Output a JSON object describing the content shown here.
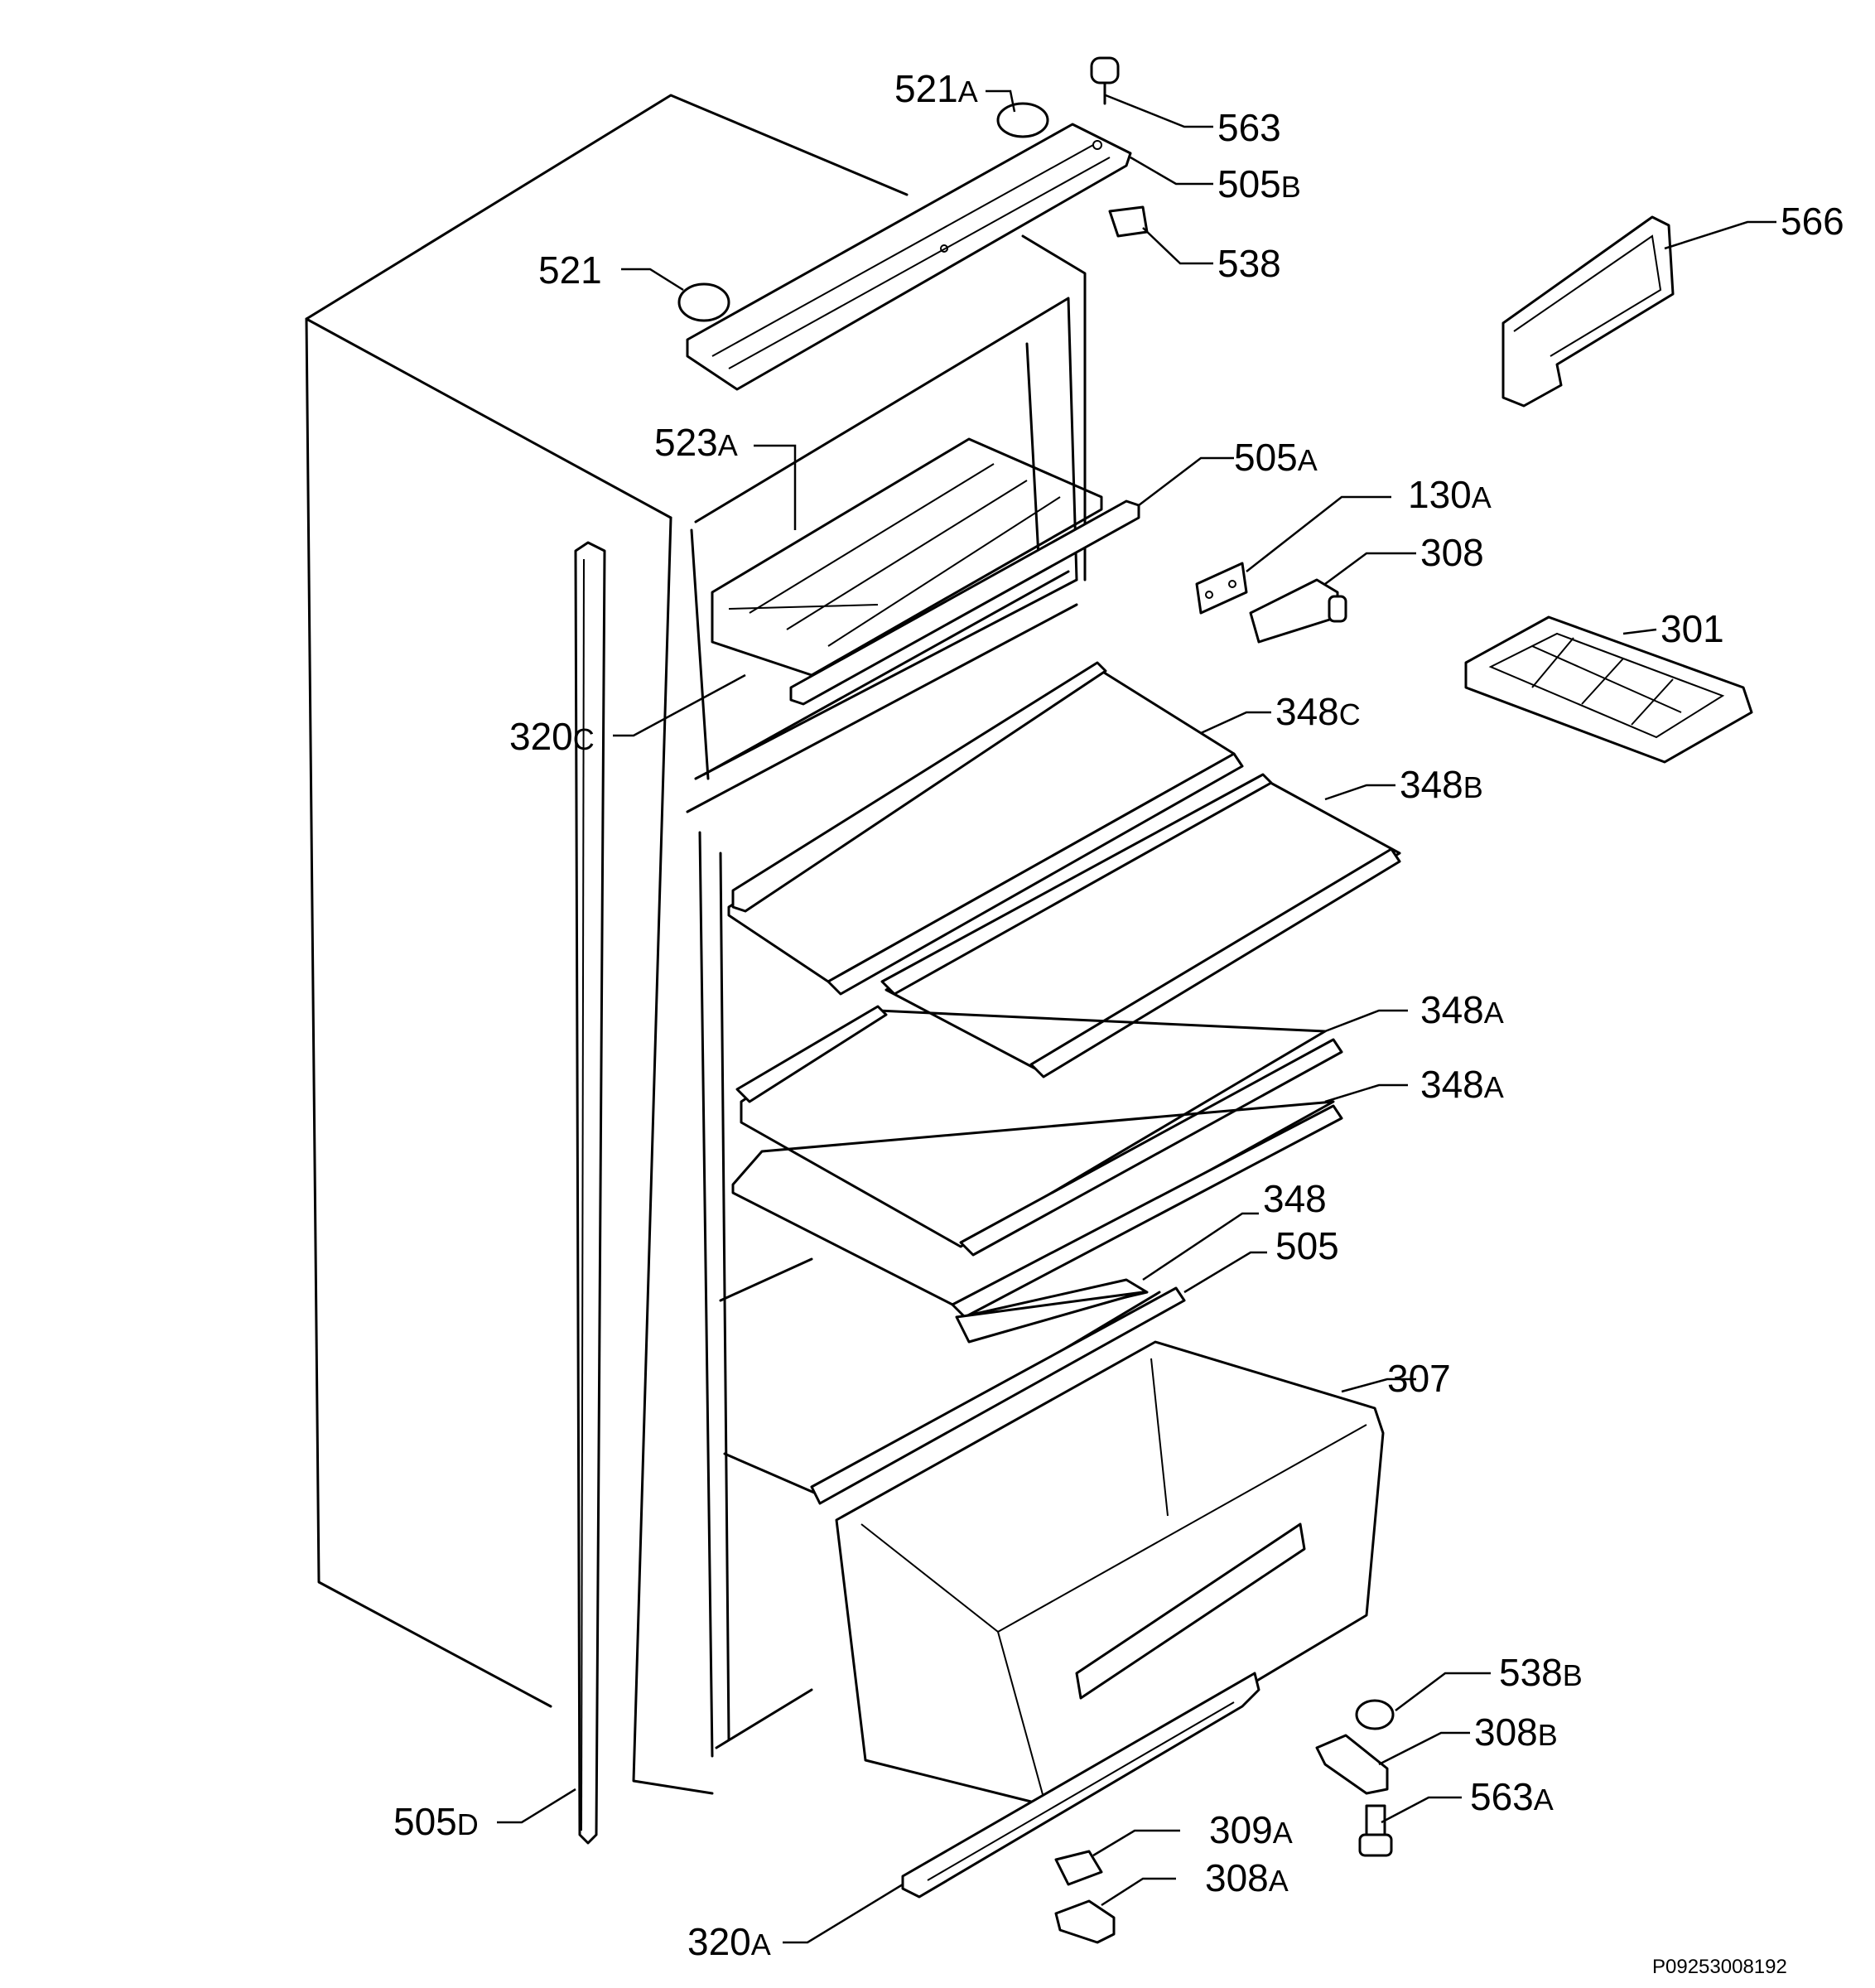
{
  "drawing_number": "P09253008192",
  "callouts": [
    {
      "id": "521a",
      "num": "521",
      "suffix": "A"
    },
    {
      "id": "563",
      "num": "563",
      "suffix": ""
    },
    {
      "id": "505b",
      "num": "505",
      "suffix": "B"
    },
    {
      "id": "538",
      "num": "538",
      "suffix": ""
    },
    {
      "id": "566",
      "num": "566",
      "suffix": ""
    },
    {
      "id": "521",
      "num": "521",
      "suffix": ""
    },
    {
      "id": "523a",
      "num": "523",
      "suffix": "A"
    },
    {
      "id": "505a",
      "num": "505",
      "suffix": "A"
    },
    {
      "id": "130a",
      "num": "130",
      "suffix": "A"
    },
    {
      "id": "308",
      "num": "308",
      "suffix": ""
    },
    {
      "id": "301",
      "num": "301",
      "suffix": ""
    },
    {
      "id": "320c",
      "num": "320",
      "suffix": "C"
    },
    {
      "id": "348c",
      "num": "348",
      "suffix": "C"
    },
    {
      "id": "348b",
      "num": "348",
      "suffix": "B"
    },
    {
      "id": "348a1",
      "num": "348",
      "suffix": "A"
    },
    {
      "id": "348a2",
      "num": "348",
      "suffix": "A"
    },
    {
      "id": "348",
      "num": "348",
      "suffix": ""
    },
    {
      "id": "505",
      "num": "505",
      "suffix": ""
    },
    {
      "id": "307",
      "num": "307",
      "suffix": ""
    },
    {
      "id": "538b",
      "num": "538",
      "suffix": "B"
    },
    {
      "id": "308b",
      "num": "308",
      "suffix": "B"
    },
    {
      "id": "563a",
      "num": "563",
      "suffix": "A"
    },
    {
      "id": "505d",
      "num": "505",
      "suffix": "D"
    },
    {
      "id": "309a",
      "num": "309",
      "suffix": "A"
    },
    {
      "id": "308a",
      "num": "308",
      "suffix": "A"
    },
    {
      "id": "320a",
      "num": "320",
      "suffix": "A"
    }
  ]
}
